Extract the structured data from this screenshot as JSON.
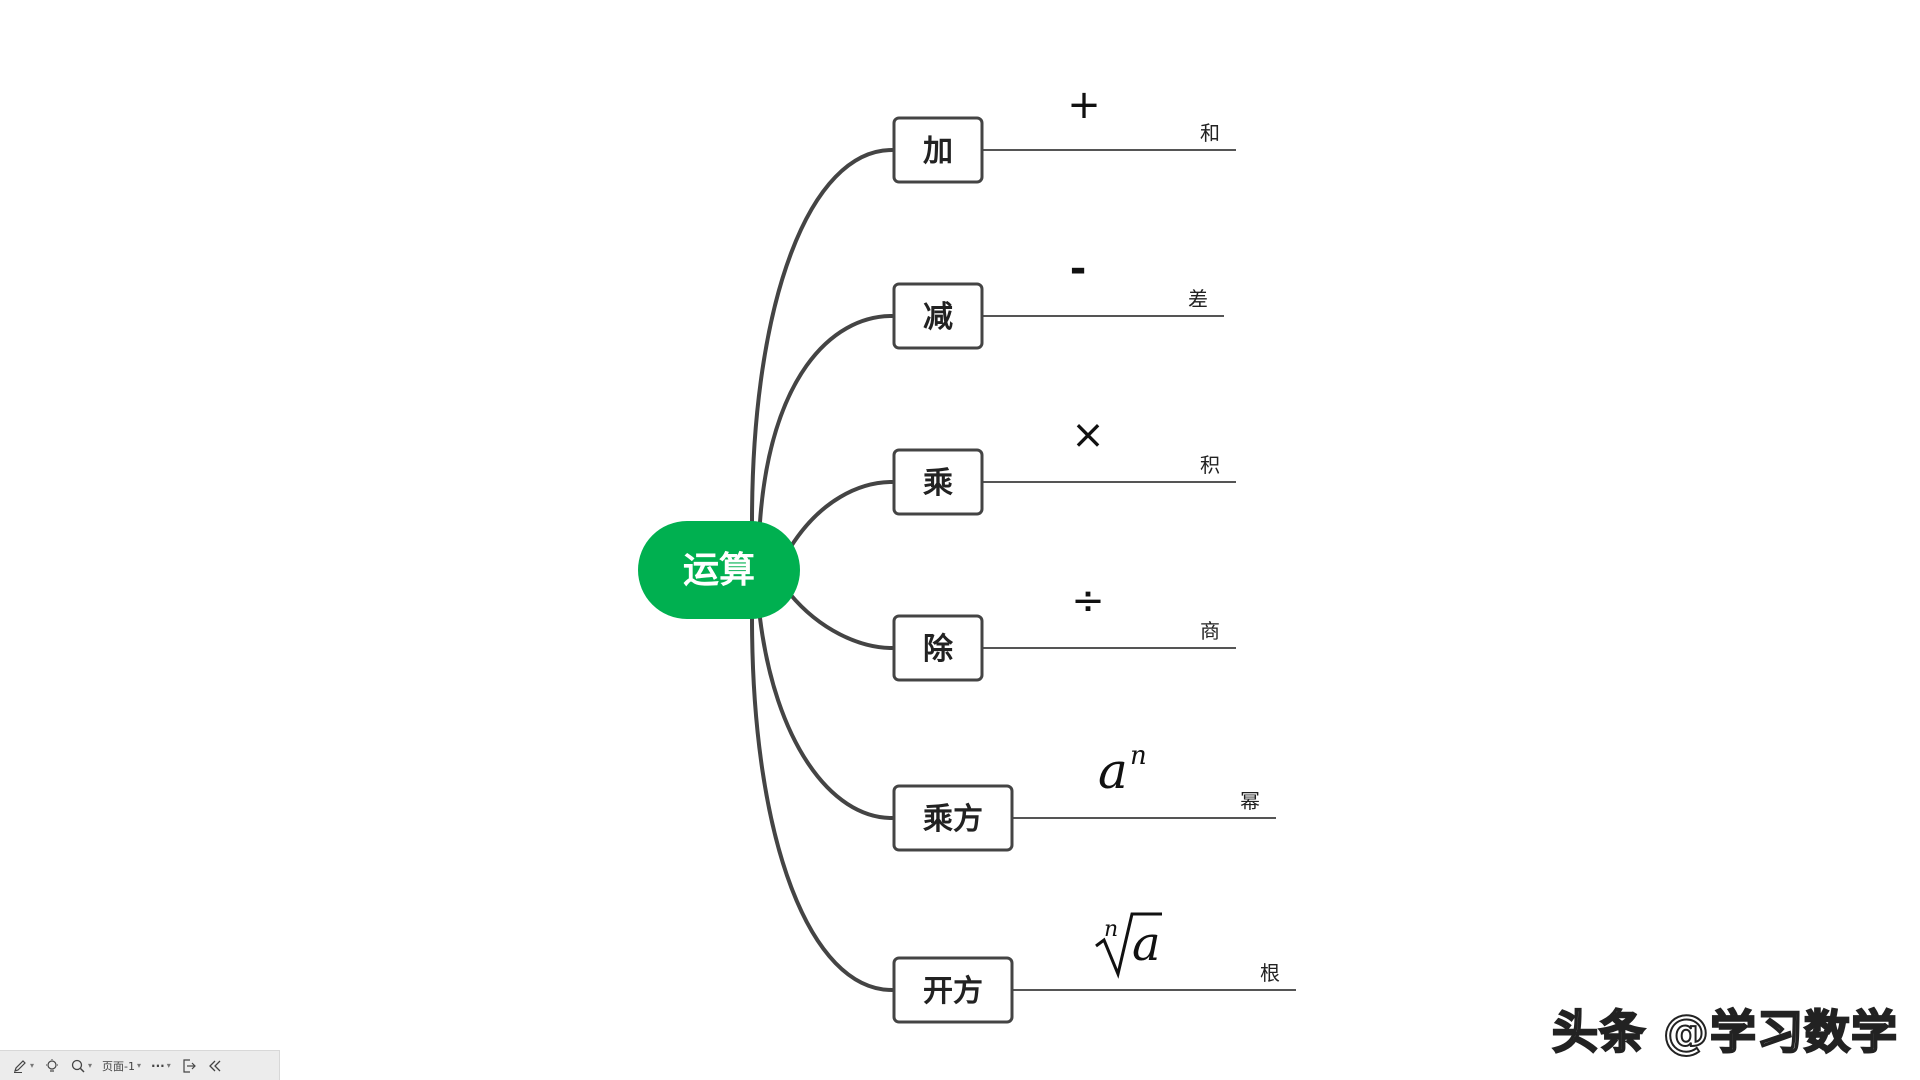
{
  "mindmap": {
    "root": {
      "label": "运算",
      "color": "#00b050"
    },
    "branches": [
      {
        "label": "加",
        "symbol": "+",
        "result": "和"
      },
      {
        "label": "减",
        "symbol": "-",
        "result": "差"
      },
      {
        "label": "乘",
        "symbol": "×",
        "result": "积"
      },
      {
        "label": "除",
        "symbol": "÷",
        "result": "商"
      },
      {
        "label": "乘方",
        "symbol_base": "a",
        "symbol_exp": "n",
        "result": "幂"
      },
      {
        "label": "开方",
        "symbol_index": "n",
        "symbol_radicand": "a",
        "result": "根"
      }
    ],
    "line_color": "#444444"
  },
  "toolbar": {
    "page_label": "页面-1"
  },
  "watermark": {
    "text": "头条 @学习数学"
  }
}
